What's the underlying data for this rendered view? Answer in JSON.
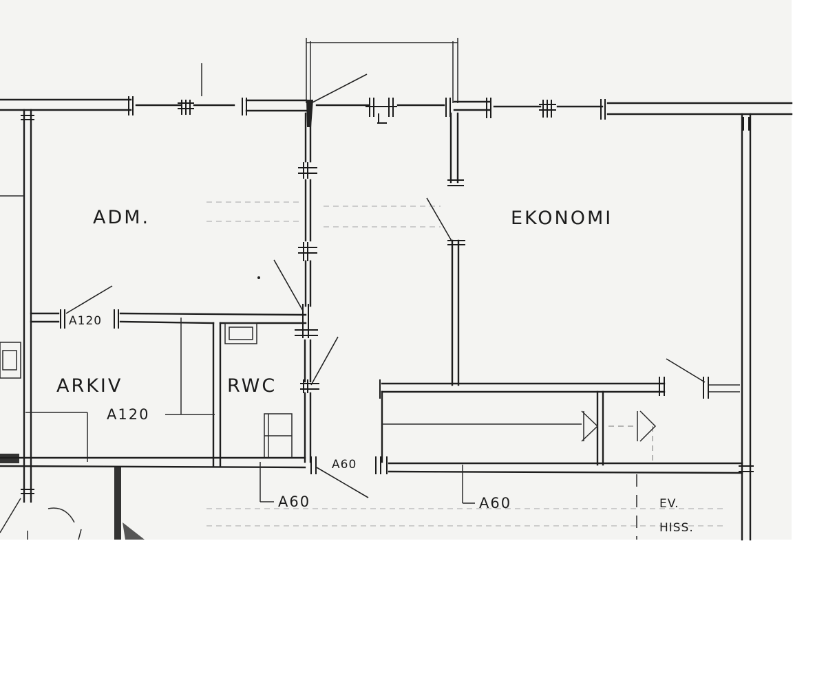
{
  "rooms": {
    "adm": "ADM.",
    "ekonomi": "EKONOMI",
    "arkiv": "ARKIV",
    "rwc": "RWC",
    "ev_hiss_line1": "EV.",
    "ev_hiss_line2": "HISS."
  },
  "fire_ratings": {
    "adm_door": "A120",
    "arkiv_wall": "A120",
    "corridor_door": "A60",
    "rwc_wall": "A60",
    "corridor_wall": "A60"
  },
  "colors": {
    "ink": "#1e1e1e",
    "paper": "#f4f4f2",
    "background": "#ffffff"
  }
}
